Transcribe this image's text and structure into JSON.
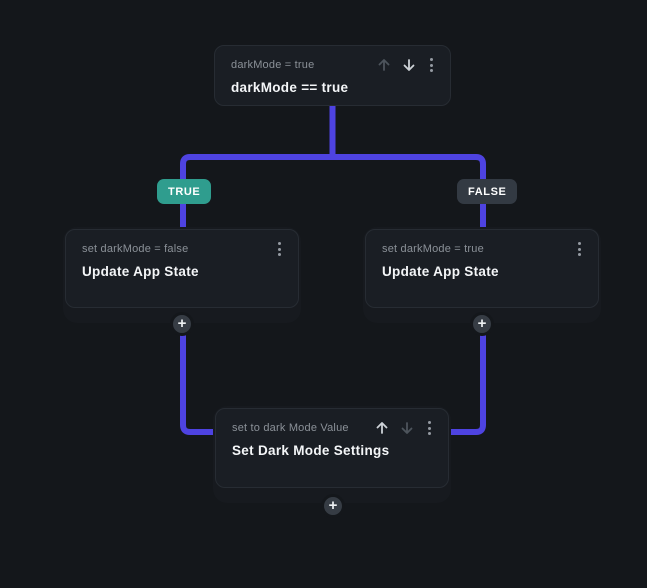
{
  "canvas": {
    "background": "#14171b",
    "connector_color": "#4e43e1"
  },
  "nodes": {
    "condition": {
      "subtitle": "darkMode = true",
      "title": "darkMode == true",
      "controls": {
        "move_up_enabled": false,
        "move_down_enabled": true
      }
    },
    "true_branch": {
      "subtitle": "set darkMode = false",
      "title": "Update App State"
    },
    "false_branch": {
      "subtitle": "set darkMode = true",
      "title": "Update App State"
    },
    "merge": {
      "subtitle": "set to dark Mode Value",
      "title": "Set Dark Mode Settings",
      "controls": {
        "move_up_enabled": true,
        "move_down_enabled": false
      }
    }
  },
  "badges": {
    "true": {
      "label": "TRUE",
      "color": "#2f9d8e"
    },
    "false": {
      "label": "FALSE",
      "color": "#333a43"
    }
  },
  "buttons": {
    "add_action_glyph": "+"
  }
}
